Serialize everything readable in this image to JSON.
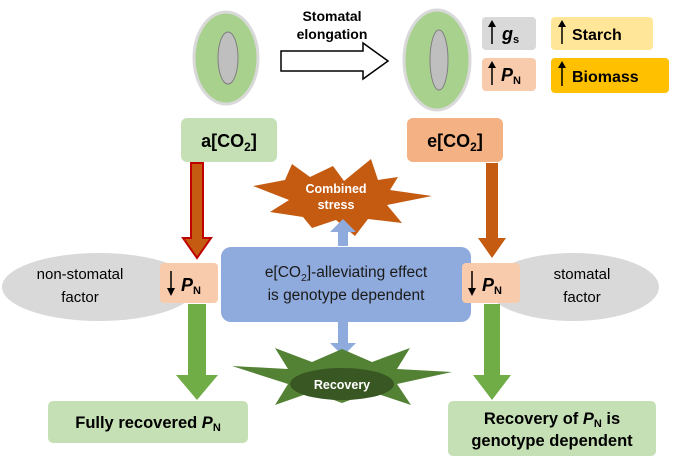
{
  "top": {
    "arrow_label_line1": "Stomatal",
    "arrow_label_line2": "elongation",
    "badges": [
      {
        "symbol": "g",
        "sub": "s",
        "color": "#d9d9d9"
      },
      {
        "symbol": "P",
        "sub": "N",
        "color": "#f8cbad"
      }
    ],
    "outcomes": [
      {
        "label": "Starch",
        "color": "#ffe699"
      },
      {
        "label": "Biomass",
        "color": "#ffc000"
      }
    ]
  },
  "conditions": {
    "ambient": {
      "prefix": "a[CO",
      "sub": "2",
      "suffix": "]"
    },
    "elevated": {
      "prefix": "e[CO",
      "sub": "2",
      "suffix": "]"
    }
  },
  "stress": {
    "line1": "Combined",
    "line2": "stress"
  },
  "center_box": {
    "line1_prefix": "e[CO",
    "line1_sub": "2",
    "line1_suffix": "]-alleviating effect",
    "line2": "is genotype dependent"
  },
  "left_factor": {
    "line1": "non-stomatal",
    "line2": "factor"
  },
  "right_factor": {
    "line1": "stomatal",
    "line2": "factor"
  },
  "pn_symbol": {
    "symbol": "P",
    "sub": "N"
  },
  "recovery": {
    "label": "Recovery"
  },
  "results": {
    "left": {
      "text": "Fully recovered ",
      "symbol": "P",
      "sub": "N"
    },
    "right": {
      "line1_prefix": "Recovery of ",
      "symbol": "P",
      "sub": "N",
      "line1_suffix": " is",
      "line2": "genotype dependent"
    }
  },
  "colors": {
    "green_box": "#c5e0b4",
    "green_box_dark": "#a9d18e",
    "orange_box": "#f4b183",
    "peach": "#f8cbad",
    "blue_box": "#8faadc",
    "gray_ellipse": "#d9d9d9",
    "dark_red_arrow": "#c00000",
    "orange_arrow": "#c55a11",
    "green_arrow": "#70ad47",
    "recovery_green": "#385723",
    "star_orange": "#c55a11",
    "light_blue_arrow": "#8faadc"
  }
}
